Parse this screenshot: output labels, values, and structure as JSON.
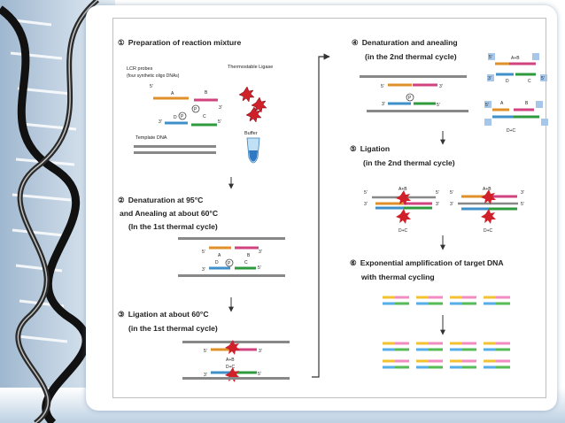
{
  "steps": {
    "s1": {
      "num": "①",
      "title": "Preparation of reaction mixture"
    },
    "s2": {
      "num": "②",
      "line1": "Denaturation at 95°C",
      "line2": "and Anealing at about 60°C",
      "line3": "(In the 1st thermal cycle)"
    },
    "s3": {
      "num": "③",
      "line1": "Ligation at about 60°C",
      "line2": "(in the 1st thermal cycle)"
    },
    "s4": {
      "num": "④",
      "line1": "Denaturation and anealing",
      "line2": "(in the 2nd thermal cycle)"
    },
    "s5": {
      "num": "⑤",
      "line1": "Ligation",
      "line2": "(in the 2nd thermal cycle)"
    },
    "s6": {
      "num": "⑥",
      "line1": "Exponential amplification of target DNA",
      "line2": "with thermal cycling"
    }
  },
  "labels": {
    "lcr_probes": "LCR probes",
    "oligo": "(four synthetic oligo DNAs)",
    "ligase": "Thermostable Ligase",
    "template": "Template DNA",
    "buffer": "Buffer",
    "A": "A",
    "B": "B",
    "C": "C",
    "D": "D",
    "P": "P",
    "AB": "A+B",
    "DC": "D+C",
    "five": "5'",
    "three": "3'"
  },
  "colors": {
    "probeA": "#e0902a",
    "probeB": "#d0437f",
    "probeC": "#2e9a3e",
    "probeD": "#3f8fc9",
    "template": "#8a8a8a",
    "ligase": "#d0202a",
    "arrow": "#333333",
    "amp_pink": "#f28cc0",
    "amp_yellow": "#f2c230",
    "amp_green": "#55bb55",
    "amp_blue": "#55aee8"
  }
}
